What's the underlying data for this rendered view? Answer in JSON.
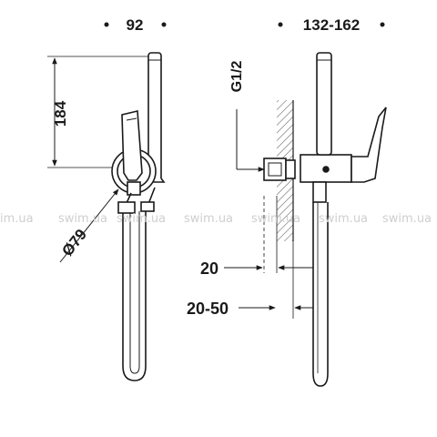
{
  "front_view": {
    "width_dim": "92",
    "height_dim": "184",
    "diameter_dim": "Ø79"
  },
  "side_view": {
    "projection_dim": "132-162",
    "thread_label": "G1/2",
    "offset_dim": "20",
    "range_dim": "20-50"
  },
  "watermark": {
    "texts": [
      "im.ua",
      "swim.ua",
      "swim.ua",
      "swim.ua",
      "swim.ua",
      "swim.ua",
      "swim.ua"
    ]
  }
}
